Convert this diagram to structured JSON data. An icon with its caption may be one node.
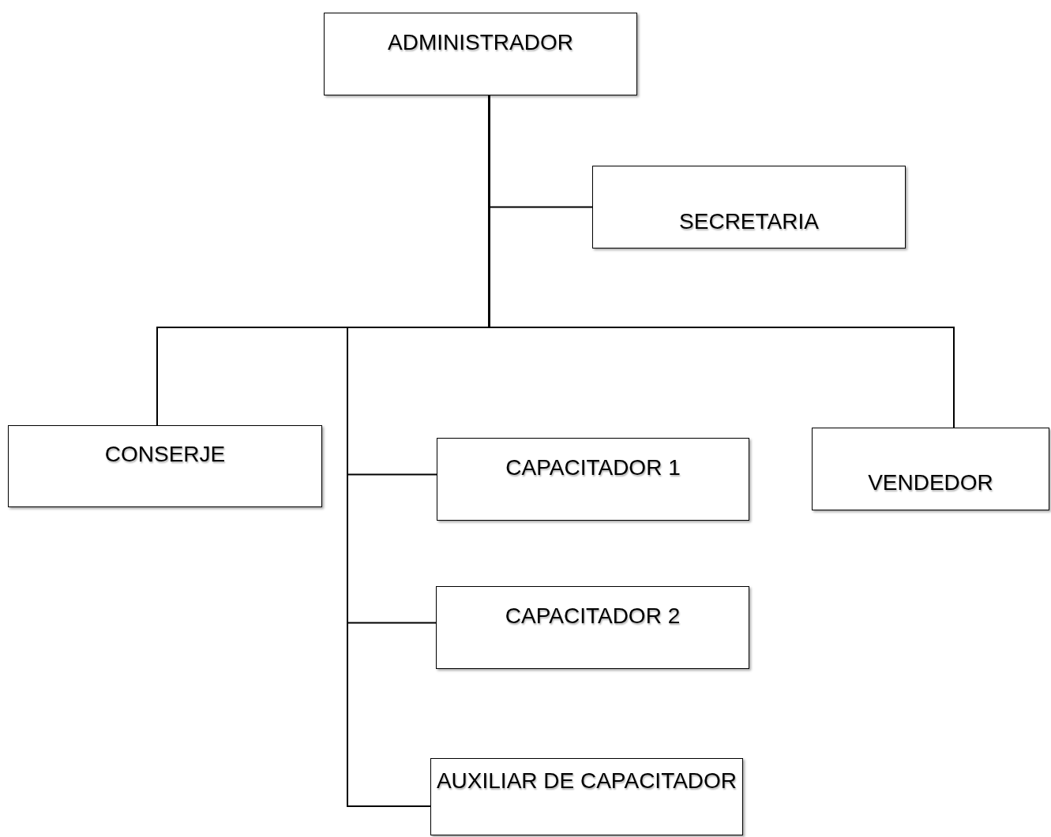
{
  "diagram": {
    "nodes": [
      {
        "text": [
          "ADMINISTRADOR"
        ]
      },
      {
        "text": [
          "SECRETARIA"
        ]
      },
      {
        "text": [
          "CONSERJE"
        ]
      },
      {
        "text": [
          "CAPACITADOR 1"
        ]
      },
      {
        "text": [
          "CAPACITADOR 2"
        ]
      },
      {
        "text": [
          "AUXILIAR DE CAPACITADOR"
        ]
      },
      {
        "text": [
          "VENDEDOR"
        ]
      }
    ],
    "edges": [
      {
        "from": 0,
        "to": 1,
        "arrow": "none"
      },
      {
        "from": 0,
        "to": 2,
        "arrow": "none"
      },
      {
        "from": 0,
        "to": 3,
        "arrow": "none"
      },
      {
        "from": 0,
        "to": 4,
        "arrow": "none"
      },
      {
        "from": 0,
        "to": 5,
        "arrow": "none"
      },
      {
        "from": 0,
        "to": 6,
        "arrow": "none"
      }
    ]
  }
}
